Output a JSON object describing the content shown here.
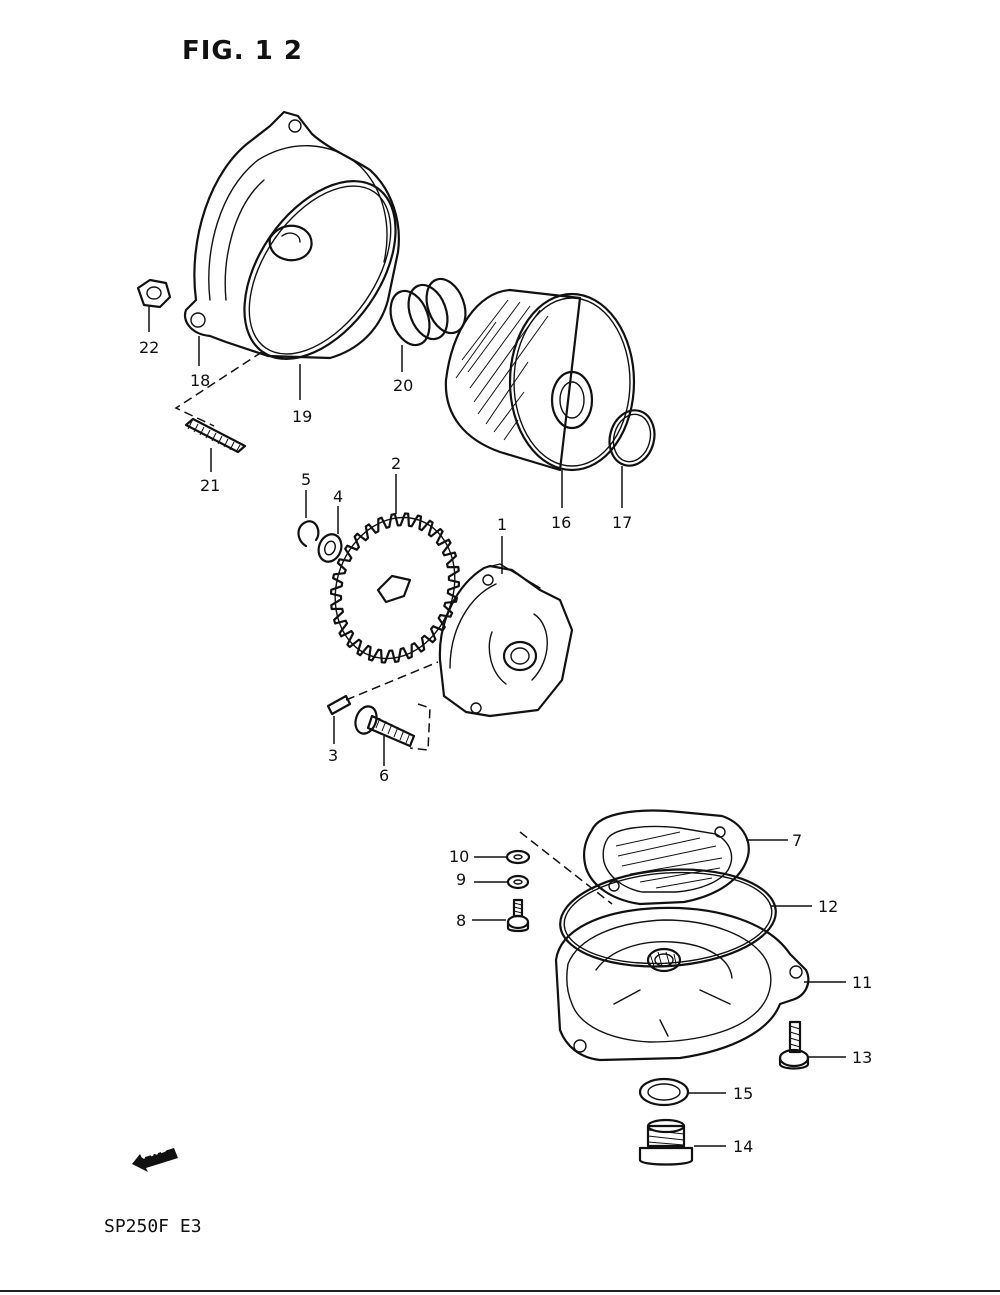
{
  "figure": {
    "title": "FIG. 1 2",
    "model_code": "SP250F  E3",
    "fwd_label": "FWD"
  },
  "callouts": [
    {
      "id": "1",
      "text": "1"
    },
    {
      "id": "2",
      "text": "2"
    },
    {
      "id": "3",
      "text": "3"
    },
    {
      "id": "4",
      "text": "4"
    },
    {
      "id": "5",
      "text": "5"
    },
    {
      "id": "6",
      "text": "6"
    },
    {
      "id": "7",
      "text": "7"
    },
    {
      "id": "8",
      "text": "8"
    },
    {
      "id": "9",
      "text": "9"
    },
    {
      "id": "10",
      "text": "10"
    },
    {
      "id": "11",
      "text": "11"
    },
    {
      "id": "12",
      "text": "12"
    },
    {
      "id": "13",
      "text": "13"
    },
    {
      "id": "14",
      "text": "14"
    },
    {
      "id": "15",
      "text": "15"
    },
    {
      "id": "16",
      "text": "16"
    },
    {
      "id": "17",
      "text": "17"
    },
    {
      "id": "18",
      "text": "18"
    },
    {
      "id": "19",
      "text": "19"
    },
    {
      "id": "20",
      "text": "20"
    },
    {
      "id": "21",
      "text": "21"
    },
    {
      "id": "22",
      "text": "22"
    }
  ]
}
